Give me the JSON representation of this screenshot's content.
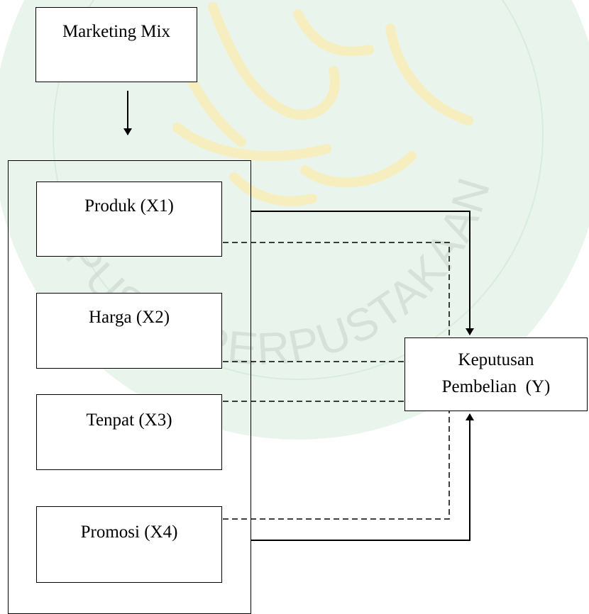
{
  "diagram": {
    "marketing_mix": "Marketing Mix",
    "factors": [
      {
        "label": "Produk (X1)"
      },
      {
        "label": "Harga (X2)"
      },
      {
        "label": "Tenpat (X3)"
      },
      {
        "label": "Promosi (X4)"
      }
    ],
    "outcome": {
      "line1": "Keputusan",
      "line2": "Pembelian  (Y)"
    }
  },
  "watermark": {
    "text": "PUSAT PERPUSTAKAAN",
    "color": "#e3f3e6",
    "emblem_color": "#fbf3cf"
  },
  "colors": {
    "line": "#000000",
    "background": "#ffffff"
  }
}
